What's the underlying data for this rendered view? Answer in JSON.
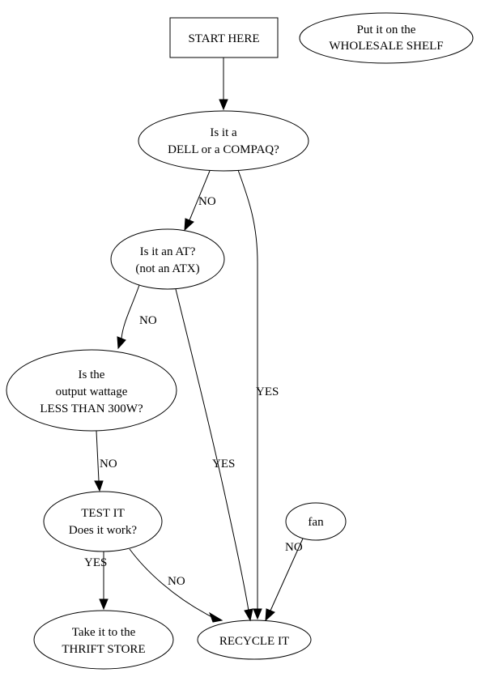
{
  "nodes": {
    "start": {
      "lines": [
        "START HERE"
      ]
    },
    "wholesale": {
      "lines": [
        "Put it on the",
        "WHOLESALE SHELF"
      ]
    },
    "dell_compaq": {
      "lines": [
        "Is it a",
        "DELL or a COMPAQ?"
      ]
    },
    "at": {
      "lines": [
        "Is it an AT?",
        "(not an ATX)"
      ]
    },
    "wattage": {
      "lines": [
        "Is the",
        "output wattage",
        "LESS THAN 300W?"
      ]
    },
    "test": {
      "lines": [
        "TEST IT",
        "Does it work?"
      ]
    },
    "fan": {
      "lines": [
        "fan"
      ]
    },
    "thrift": {
      "lines": [
        "Take it to the",
        "THRIFT STORE"
      ]
    },
    "recycle": {
      "lines": [
        "RECYCLE IT"
      ]
    }
  },
  "edges": {
    "start_to_dell": {
      "label": ""
    },
    "dell_no": {
      "label": "NO"
    },
    "dell_yes": {
      "label": "YES"
    },
    "at_no": {
      "label": "NO"
    },
    "at_yes": {
      "label": "YES"
    },
    "wattage_no": {
      "label": "NO"
    },
    "test_yes": {
      "label": "YES"
    },
    "test_no": {
      "label": "NO"
    },
    "fan_no": {
      "label": "NO"
    }
  }
}
